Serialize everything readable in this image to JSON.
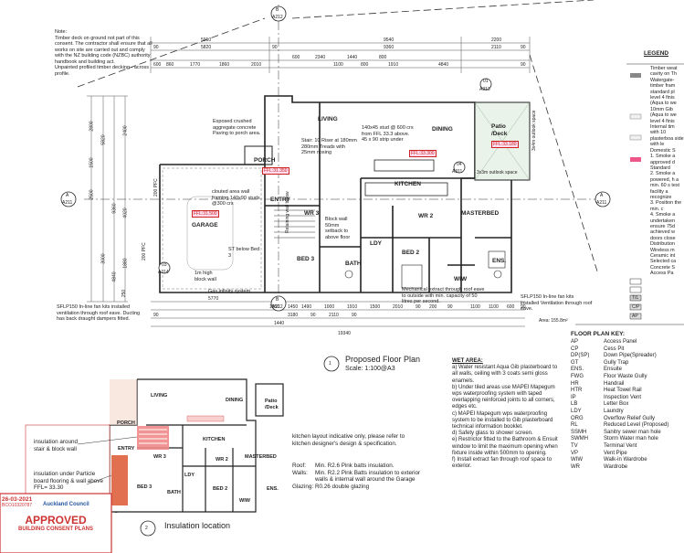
{
  "top_note": "Note:\nTimber deck on ground not part of this consent. The contractor shall ensure that all works on site are carried out and comply with the NZ building code (NZBC) authority handbook and building act.\nUnpainted profiled timber decking - across profile.",
  "section_marks": {
    "b_top_letter": "B",
    "b_top_ref": "A212",
    "b_bot_letter": "B",
    "b_bot_ref": "A212",
    "a_left_letter": "A",
    "a_left_ref": "A211",
    "a_right_letter": "A",
    "a_right_ref": "A211",
    "m01": "01",
    "m01_ref": "A313",
    "m04": "04",
    "m04_ref": "A311",
    "m03": "03",
    "m03_ref": "A314"
  },
  "dims_top": [
    "5910",
    "9540",
    "2200",
    "90",
    "5820",
    "90",
    "9360",
    "2110",
    "90",
    "600",
    "2340",
    "1440",
    "800",
    "600",
    "860",
    "1770",
    "1860",
    "2010",
    "1100",
    "800",
    "1910",
    "4840",
    "90"
  ],
  "dims_bottom": [
    "5770",
    "1550",
    "1450",
    "90",
    "3180",
    "90",
    "2110",
    "90",
    "1440",
    "1490",
    "1000",
    "1910",
    "1500",
    "2010",
    "90",
    "200",
    "90",
    "1100",
    "1100",
    "600",
    "90",
    "19340"
  ],
  "dims_left": [
    "2800",
    "1500",
    "2500",
    "5820",
    "3000",
    "9360",
    "2400",
    "4840",
    "4020",
    "1880",
    "250"
  ],
  "rooms": {
    "living": "LIVING",
    "dining": "DINING",
    "kitchen": "KITCHEN",
    "entry": "ENTRY",
    "porch": "PORCH",
    "garage": "GARAGE",
    "masterbed": "MASTERBED",
    "bed2": "BED 2",
    "bed3": "BED 3",
    "wr3": "WR 3",
    "wr2": "WR 2",
    "ldy": "LDY",
    "bath": "BATH",
    "ens": "ENS.",
    "wiw": "WIW",
    "patio": "Patio\n/Deck"
  },
  "ffl": {
    "porch": "FFL:31.350",
    "garage": "FFL:31.500",
    "kitchen": "FFL:33.300",
    "patio": "FFL:33.180"
  },
  "notes": {
    "exposed": "Exposed crushed aggregate concrete Paving to porch area.",
    "stair": "Stair: 10 Riser at 180mm 280mm Treads with 25mm nosing",
    "stud": "140x45 stud @ 600 crs from FFL 33.3 above. 45 x 90 strip under",
    "clouted": "clouted area wall framing 140x90 studs @300 crs",
    "block_wall": "Block wall 50mm setback to above floor",
    "st_below": "ST below Bed 3",
    "high_block": "1m high block wall",
    "gas": "Gas infinity system",
    "fan_left": "SFLP150 In-line fan kits installed ventilation through roof eave. Ducting has back draught dampers fitted.",
    "mech": "Mechanical extract through roof eave to outside with min. capacity of 50 litres per second.",
    "fan_right": "SFLP150 In-line fan kits installed Ventilation through roof eave.",
    "outlook": "3x3m outlook space",
    "outlook_side": "3x4m outlook space",
    "area": "Area: 155.8m²",
    "retaining": "Retaining wall below",
    "pfc_left": "200 PFC",
    "pfc_mid": "200 PFC"
  },
  "floor_title": "Proposed Floor Plan",
  "floor_scale": "Scale: 1:100@A3",
  "floor_num": "1",
  "insul_title": "Insulation location",
  "insul_num": "2",
  "wet": {
    "title": "WET AREA:",
    "items": [
      "a) Water resistant Aqua Gib plasterboard to all walls, ceiling with 3 coats semi gloss enamels.",
      "b) Under tiled areas use MAPEI Mapegum wps waterproofing system with taped overlapping reinforced joints to all corners, edges etc.",
      "c) MAPEI Mapegum wps waterproofing system to be installed to Gib plasterboard technical information booklet.",
      "d) Safety glass to shower screen.",
      "e) Restrictor fitted to the Bathroom & Ensuit window to limit the maximum opening when fixture inside within 500mm to opening.",
      "f) Install extract fan through roof space to exterior."
    ]
  },
  "legend": {
    "title": "LEGEND",
    "items": [
      "Timber weat cavity on Th Watergate- timber fram standard pl level 4 finis",
      "(Aqua to we 10mm Gib",
      "(Aqua to we level 4 finis",
      "Internal tim with 10 plasterboa side with le",
      "Domestic S",
      "1. Smoke a approved d Standard",
      "2. Smoke a powered, h a min. 60 s test facility a recognize",
      "3. Position the min. c",
      "4. Smoke a undertaken ensure 75d achieved w doors close",
      "Distribution",
      "Wireless m",
      "Ceramic int",
      "Selected ca",
      "Concrete S",
      "Access Pa"
    ],
    "sym_ts": "T/L",
    "sym_cp": "C/P",
    "sym_ap": "AP"
  },
  "key": {
    "title": "FLOOR PLAN KEY:",
    "rows": [
      [
        "AP",
        "Access Panel"
      ],
      [
        "CP",
        "Cess Pit"
      ],
      [
        "DP(SP)",
        "Down Pipe(Spreader)"
      ],
      [
        "GT",
        "Gully Trap"
      ],
      [
        "ENS.",
        "Ensuite"
      ],
      [
        "FWG",
        "Floor Waste Gully"
      ],
      [
        "HR",
        "Handrail"
      ],
      [
        "HTR",
        "Heat Towel Rail"
      ],
      [
        "IP",
        "Inspection Vent"
      ],
      [
        "LB",
        "Letter Box"
      ],
      [
        "LDY",
        "Laundry"
      ],
      [
        "ORG",
        "Overflow Relief Gully"
      ],
      [
        "RL",
        "Reduced Level (Proposed)"
      ],
      [
        "SSMH",
        "Sanitry sewer man hole"
      ],
      [
        "SWMH",
        "Storm Water man hole"
      ],
      [
        "TV",
        "Terminal Vent"
      ],
      [
        "VP",
        "Vent Pipe"
      ],
      [
        "WIW",
        "Walk-in Wardrobe"
      ],
      [
        "WR",
        "Wardrobe"
      ]
    ]
  },
  "insul_notes": {
    "stair": "insulation around stair & block wall",
    "floor": "insulation under Particle board flooring & wall above FFL= 33.30",
    "kitchen": "kitchen layout indicative only, please refer to kitchen designer's design & specification.",
    "roof_k": "Roof:",
    "roof_v": "Min. R2.6 Pink batts insulation.",
    "walls_k": "Walls:",
    "walls_v": "Min. R2.2 Pink Batts insulation to exterior walls & internal wall around the Garage",
    "glaz_k": "Glazing:",
    "glaz_v": "R0.26 double glazing"
  },
  "insul_rooms": {
    "living": "LIVING",
    "dining": "DINING",
    "kitchen": "KITCHEN",
    "porch": "PORCH",
    "entry": "ENTRY",
    "wr3": "WR 3",
    "wr2": "WR 2",
    "bed3": "BED 3",
    "bed2": "BED 2",
    "ldy": "LDY",
    "bath": "BATH",
    "master": "MASTERBED",
    "ens": "ENS.",
    "wiw": "WIW",
    "patio": "Patio\n/Deck"
  },
  "stamp": {
    "date": "26-03-2021",
    "ref": "BCO10320787",
    "council": "Auckland Council",
    "approved": "APPROVED",
    "sub": "BUILDING CONSENT PLANS"
  }
}
